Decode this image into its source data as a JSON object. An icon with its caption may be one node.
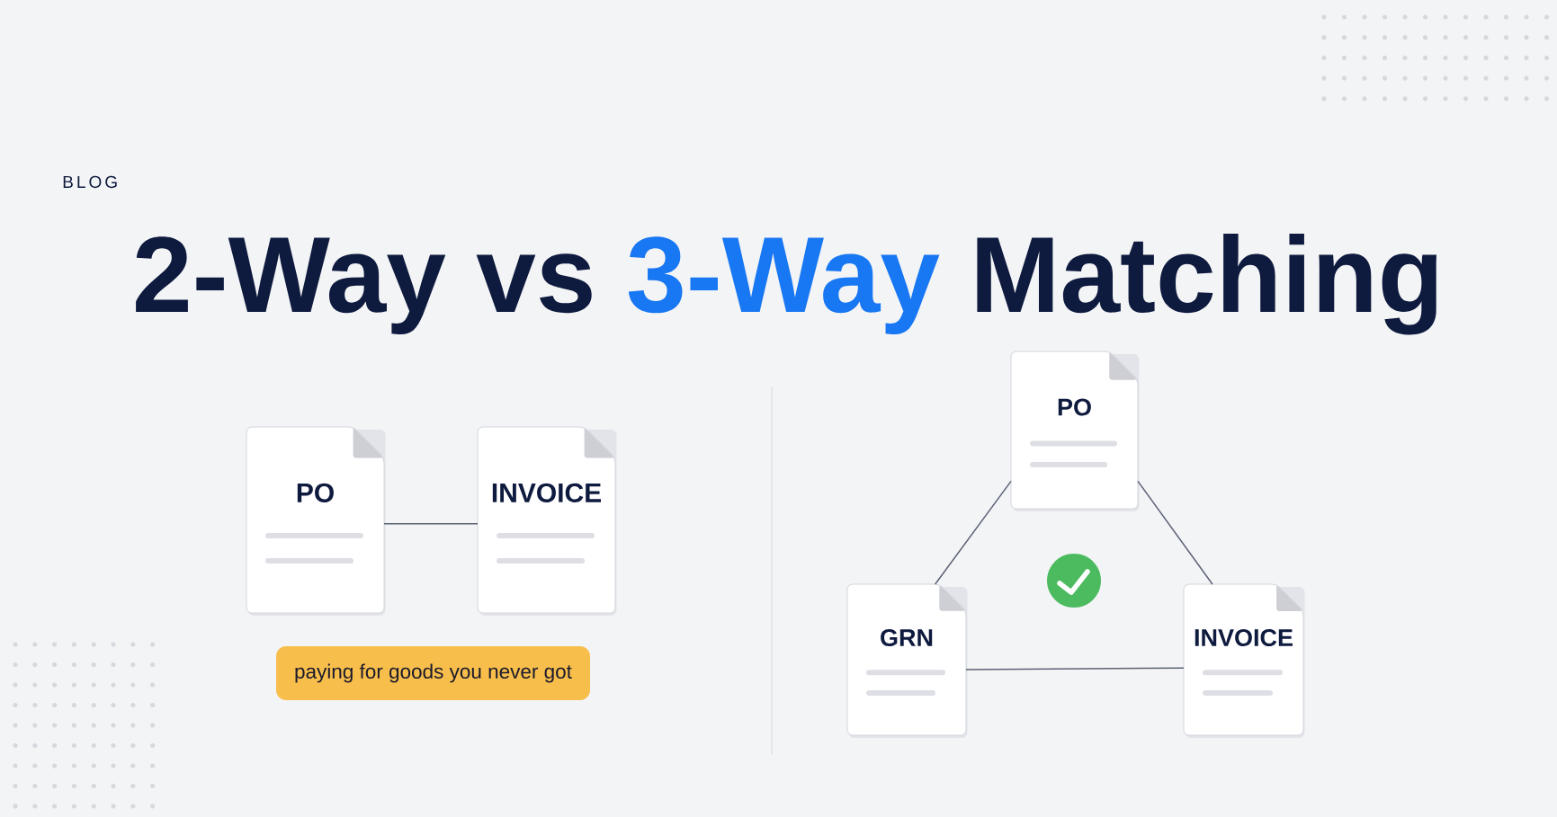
{
  "diagram": {
    "title": "2-Way vs 3-Way Matching",
    "nodes": [
      {
        "text": [
          "PO"
        ]
      },
      {
        "text": [
          "INVOICE"
        ]
      },
      {
        "text": [
          "paying for goods you never got"
        ]
      },
      {
        "text": [
          "PO"
        ]
      },
      {
        "text": [
          "GRN"
        ]
      },
      {
        "text": [
          "INVOICE"
        ]
      }
    ],
    "edges": [
      {
        "from": 0,
        "to": 1,
        "arrow": "none"
      },
      {
        "from": 3,
        "to": 4,
        "arrow": "none"
      },
      {
        "from": 3,
        "to": 5,
        "arrow": "none"
      },
      {
        "from": 4,
        "to": 5,
        "arrow": "none"
      }
    ],
    "labels": [
      "BLOG"
    ]
  }
}
